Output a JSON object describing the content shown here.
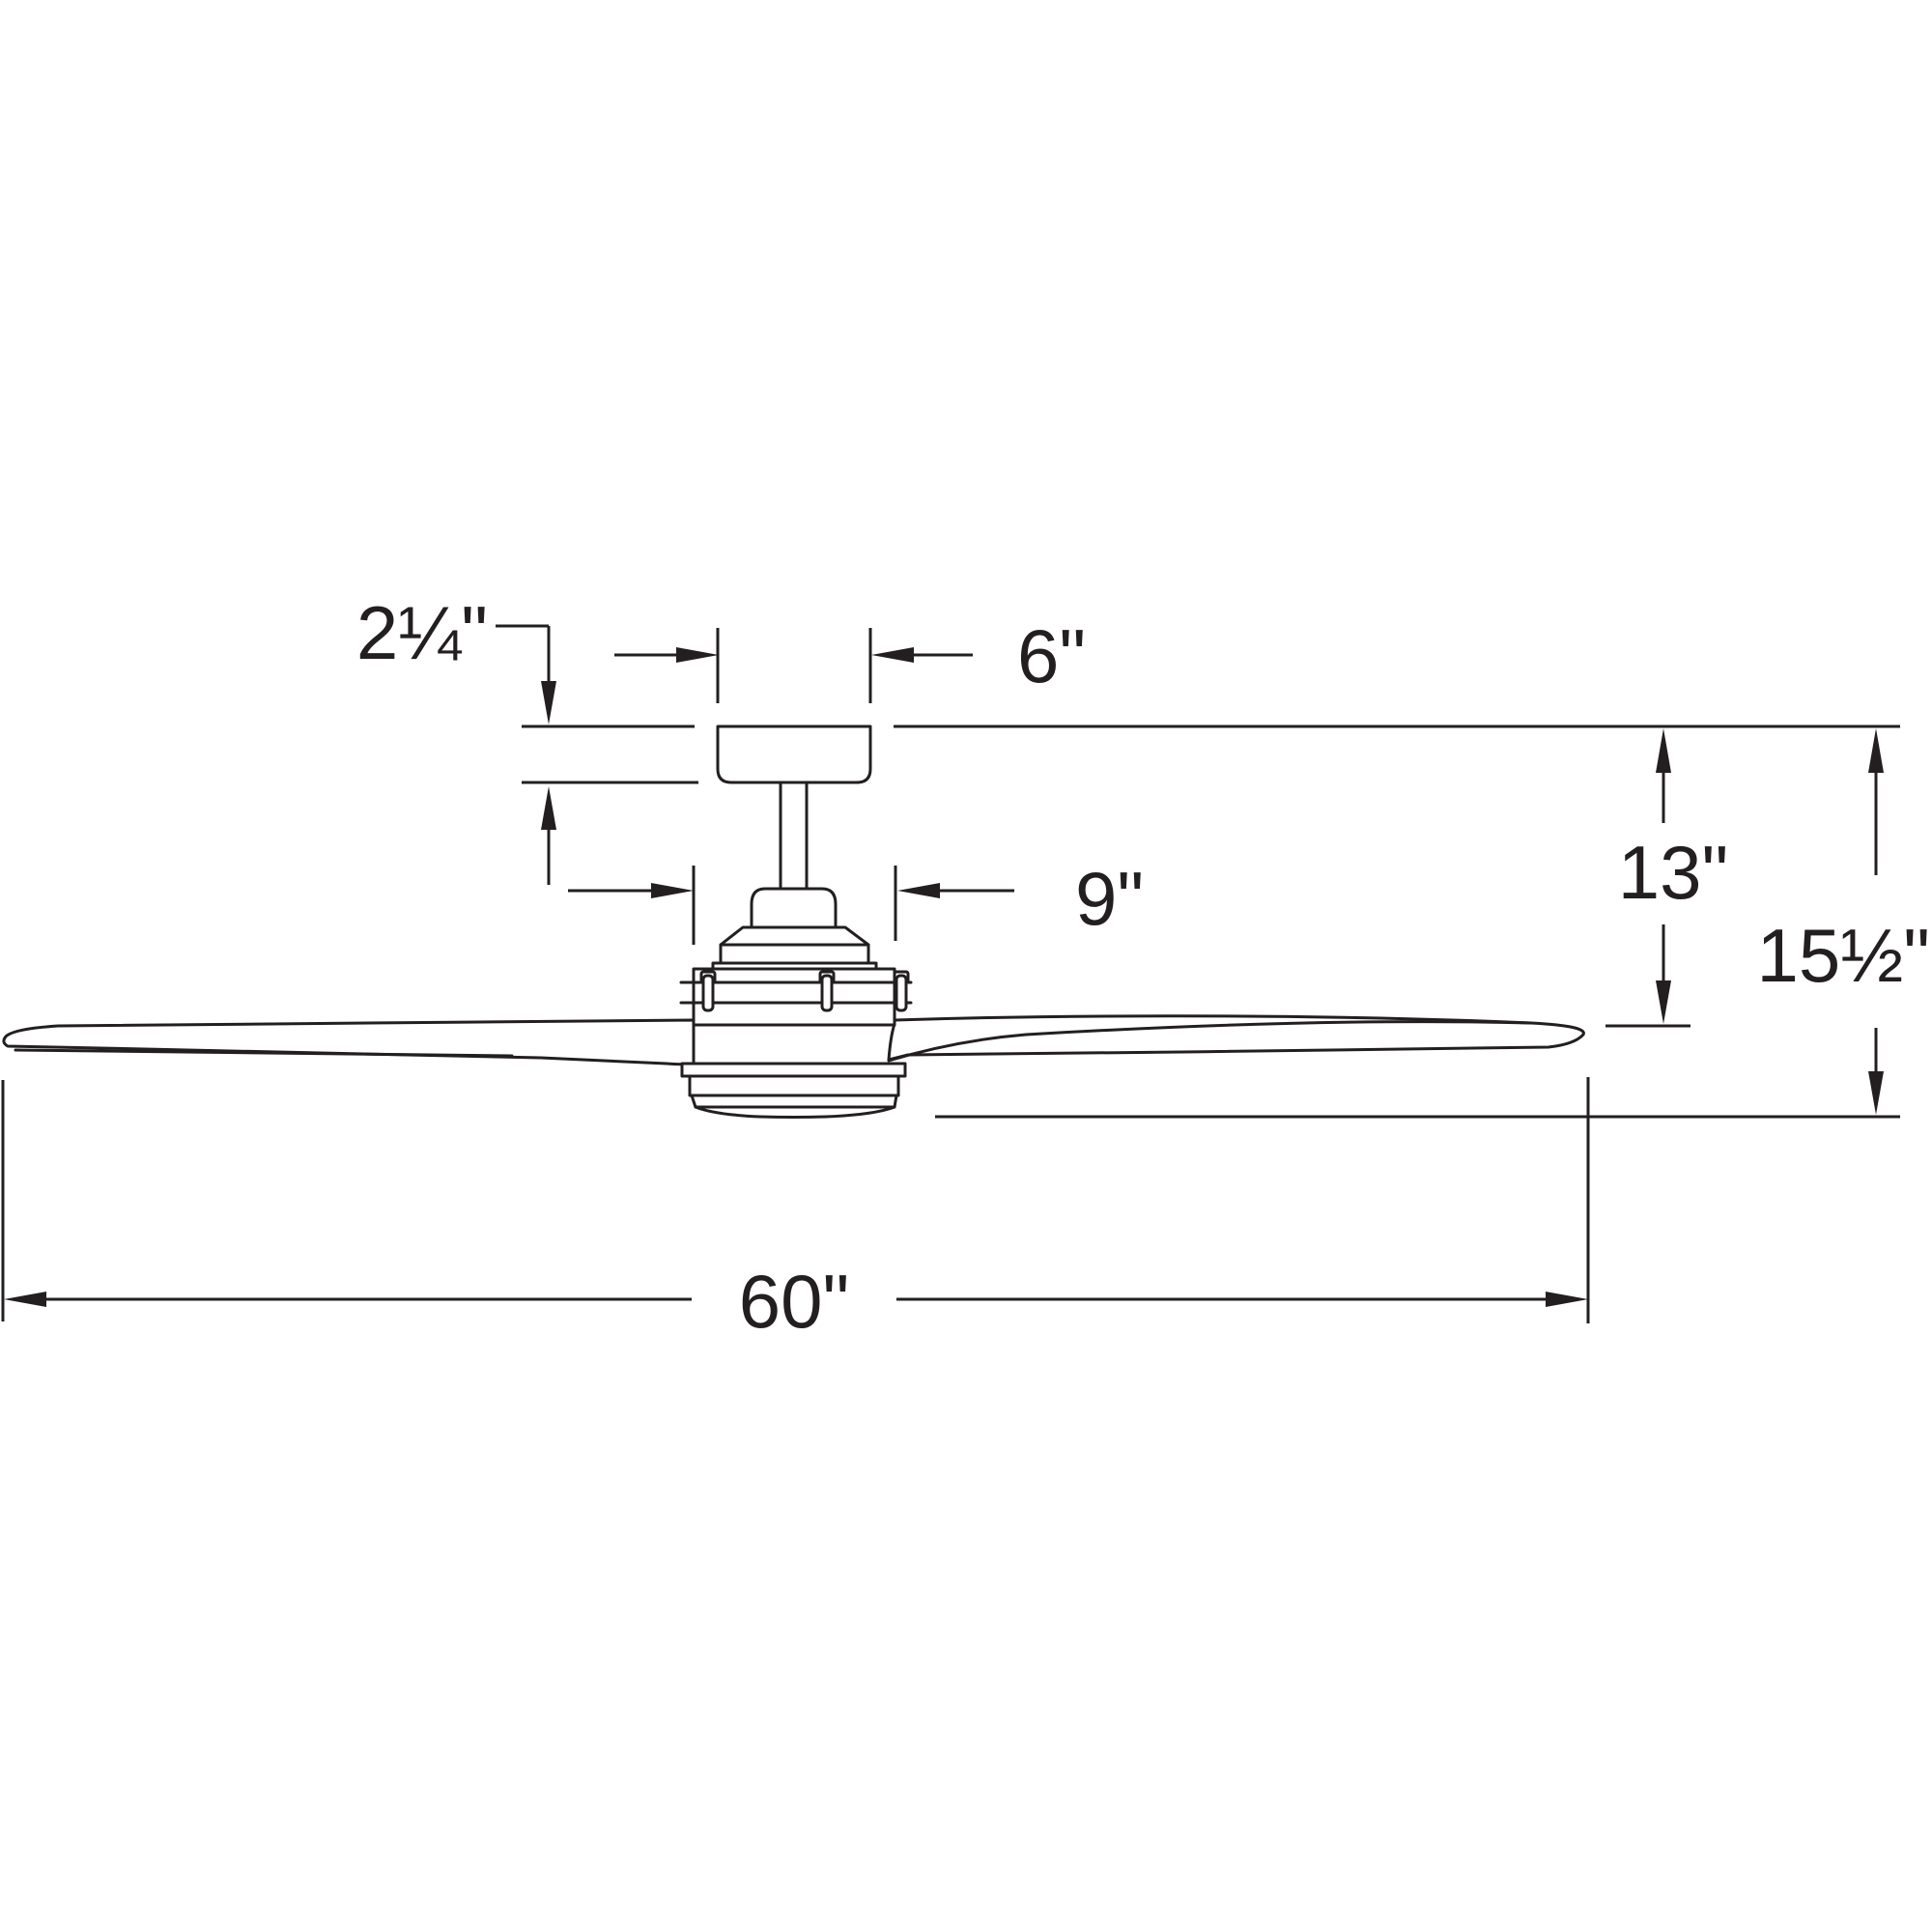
{
  "diagram": {
    "description": "Ceiling fan line drawing with dimension callouts, side elevation view",
    "colors": {
      "line": "#231f20",
      "background": "#ffffff"
    },
    "labels": {
      "canopy_height": "2¼\"",
      "canopy_width": "6\"",
      "motor_width": "9\"",
      "ceiling_to_blade": "13\"",
      "overall_height": "15½\"",
      "blade_span": "60\""
    }
  }
}
